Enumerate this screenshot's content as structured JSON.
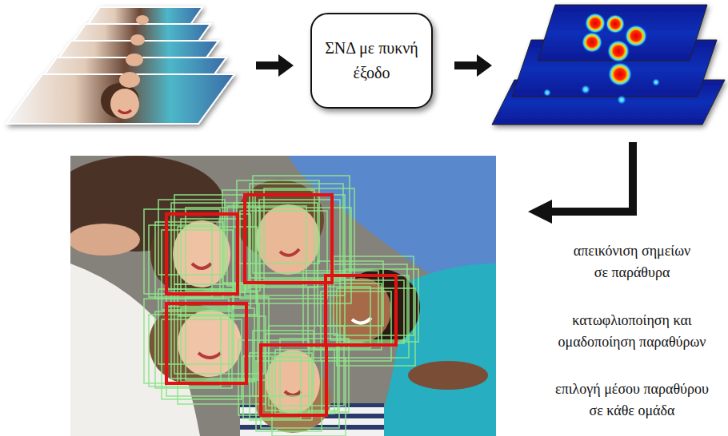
{
  "diagram": {
    "nodes": [
      {
        "text": [
          "ΣΝΔ με πυκνή έξοδο"
        ]
      }
    ],
    "labels": [
      "απεικόνιση σημείων σε παράθυρα",
      "κατωφλιοποίηση και ομαδοποίηση παραθύρων",
      "επιλογή μέσου παραθύρου σε κάθε ομάδα"
    ]
  }
}
